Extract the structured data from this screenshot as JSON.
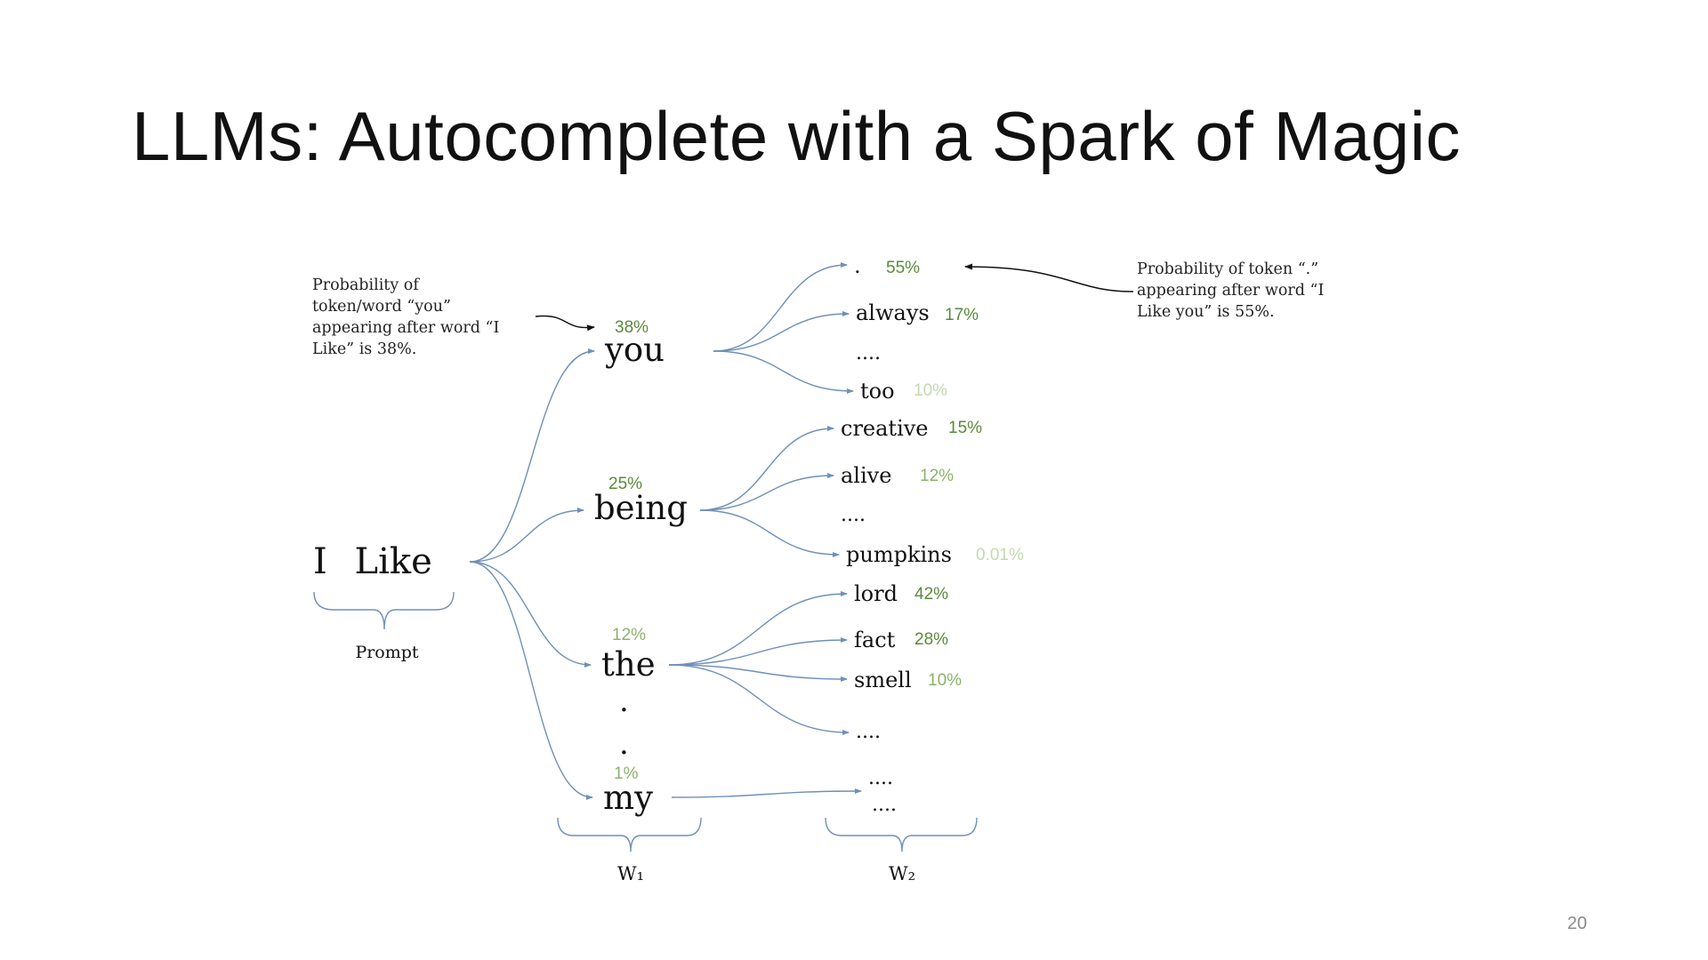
{
  "slide": {
    "title": "LLMs: Autocomplete with a Spark of Magic",
    "page_number": "20"
  },
  "colors": {
    "arrow": "#6f90b8",
    "pct_strong": "#5a8a3a",
    "pct_medium": "#8bb36b",
    "pct_light": "#c3dab0",
    "text": "#111111"
  },
  "prompt": {
    "text": "I Like",
    "label": "Prompt"
  },
  "w1_label": "W₁",
  "w2_label": "W₂",
  "annotations": {
    "left": {
      "lines": [
        "Probability of",
        "token/word “you”",
        "appearing after word “I",
        "Like” is 38%."
      ]
    },
    "right": {
      "lines": [
        "Probability of token “.”",
        "appearing after word “I",
        "Like you” is 55%."
      ]
    }
  },
  "w1": [
    {
      "word": "you",
      "pct": "38%",
      "level": "strong"
    },
    {
      "word": "being",
      "pct": "25%",
      "level": "strong"
    },
    {
      "word": "the",
      "pct": "12%",
      "level": "medium"
    },
    {
      "word": "my",
      "pct": "1%",
      "level": "medium"
    }
  ],
  "ellipsis_vertical": [
    ".",
    "."
  ],
  "w2": {
    "you": [
      {
        "word": ".",
        "pct": "55%",
        "level": "strong"
      },
      {
        "word": "always",
        "pct": "17%",
        "level": "strong"
      },
      {
        "word": "....",
        "pct": ""
      },
      {
        "word": "too",
        "pct": "10%",
        "level": "light"
      }
    ],
    "being": [
      {
        "word": "creative",
        "pct": "15%",
        "level": "strong"
      },
      {
        "word": "alive",
        "pct": "12%",
        "level": "medium"
      },
      {
        "word": "....",
        "pct": ""
      },
      {
        "word": "pumpkins",
        "pct": "0.01%",
        "level": "light"
      }
    ],
    "the": [
      {
        "word": "lord",
        "pct": "42%",
        "level": "strong"
      },
      {
        "word": "fact",
        "pct": "28%",
        "level": "strong"
      },
      {
        "word": "smell",
        "pct": "10%",
        "level": "medium"
      },
      {
        "word": "....",
        "pct": ""
      }
    ],
    "my": [
      {
        "word": "....",
        "pct": ""
      },
      {
        "word": "....",
        "pct": ""
      }
    ]
  }
}
